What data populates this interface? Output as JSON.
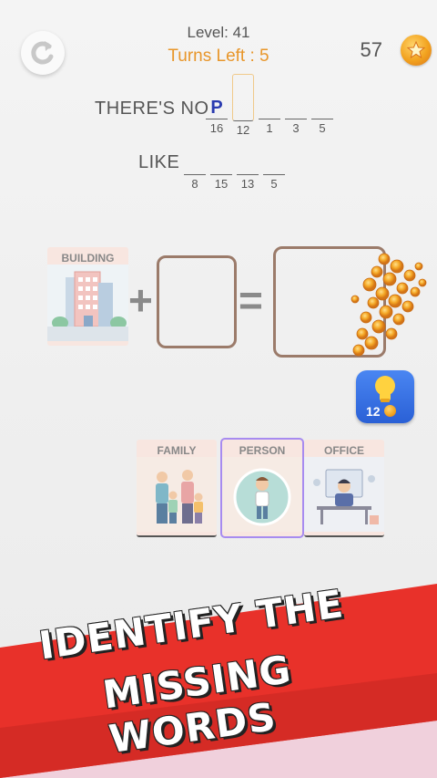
{
  "header": {
    "level_text": "Level: 41",
    "turns_text": "Turns Left : 5",
    "coins": "57"
  },
  "clue": {
    "line1_word": "THERE'S NO",
    "line1_slots": [
      {
        "char": "P",
        "num": "16"
      },
      {
        "char": "",
        "num": "12",
        "active": true
      },
      {
        "char": "",
        "num": "1"
      },
      {
        "char": "",
        "num": "3"
      },
      {
        "char": "",
        "num": "5"
      }
    ],
    "line2_word": "LIKE",
    "line2_slots": [
      {
        "char": "",
        "num": "8"
      },
      {
        "char": "",
        "num": "15"
      },
      {
        "char": "",
        "num": "13"
      },
      {
        "char": "",
        "num": "5"
      }
    ]
  },
  "equation": {
    "given_label": "BUILDING",
    "plus": "+",
    "equals": "="
  },
  "hint": {
    "cost": "12"
  },
  "options": [
    {
      "label": "FAMILY"
    },
    {
      "label": "PERSON"
    },
    {
      "label": "OFFICE"
    }
  ],
  "banner": {
    "line1": "IDENTIFY THE",
    "line2": "MISSING WORDS"
  },
  "colors": {
    "accent_orange": "#e8962a",
    "letter_blue": "#2a3bb0",
    "banner_red": "#e8312a",
    "hint_blue": "#3a74e8",
    "selected_purple": "#a78bf0"
  }
}
